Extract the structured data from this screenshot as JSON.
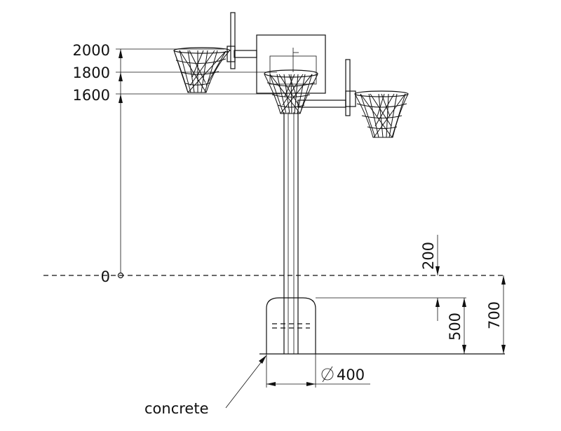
{
  "dimensions": {
    "height_2000": "2000",
    "height_1800": "1800",
    "height_1600": "1600",
    "height_0": "0",
    "depth_200": "200",
    "depth_500": "500",
    "depth_700": "700",
    "diameter": "400"
  },
  "labels": {
    "concrete": "concrete"
  }
}
